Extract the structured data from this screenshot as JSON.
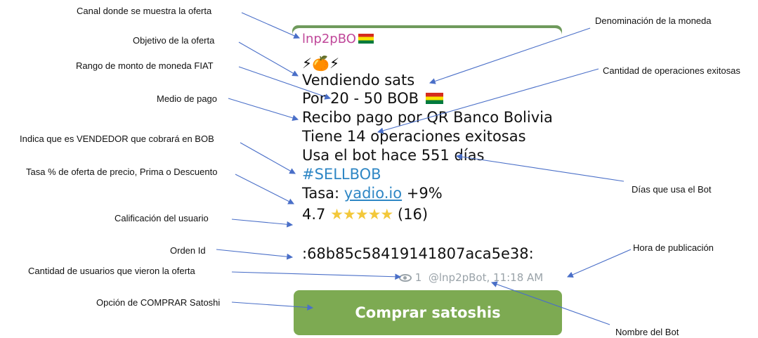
{
  "message": {
    "channel": "lnp2pBO",
    "emoji": "⚡🍊⚡",
    "offer_type": "Vendiendo sats",
    "amount": "Por 20 - 50 BOB",
    "payment": "Recibo pago por QR Banco Bolivia",
    "operations": "Tiene 14 operaciones exitosas",
    "days": "Usa el bot hace 551 días",
    "hashtag": "#SELLBOB",
    "rate_label": "Tasa:",
    "rate_link": "yadio.io",
    "rate_value": "+9%",
    "rating": "4.7",
    "stars": "★★★★★",
    "rating_count": "(16)",
    "order_id": ":68b85c58419141807aca5e38:",
    "views": "1",
    "bot_and_time": "@lnp2pBot, 11:18 AM"
  },
  "button": {
    "label": "Comprar satoshis"
  },
  "annotations": {
    "channel": "Canal donde se muestra la oferta",
    "objective": "Objetivo de la oferta",
    "range": "Rango de monto de moneda FIAT",
    "payment": "Medio de pago",
    "seller": "Indica que es VENDEDOR que cobrará en BOB",
    "rate": "Tasa % de oferta de precio, Prima o Descuento",
    "rating": "Calificación del usuario",
    "order": "Orden Id",
    "views": "Cantidad de usuarios que vieron la oferta",
    "buy": "Opción de COMPRAR Satoshi",
    "currency": "Denominación de la moneda",
    "ops": "Cantidad de operaciones exitosas",
    "days": "Días que usa el Bot",
    "time": "Hora de publicación",
    "bot": "Nombre del Bot"
  },
  "colors": {
    "button": "#7daa52",
    "channel": "#c0489a",
    "link": "#2f87c5",
    "arrow": "#4a6fc8"
  }
}
